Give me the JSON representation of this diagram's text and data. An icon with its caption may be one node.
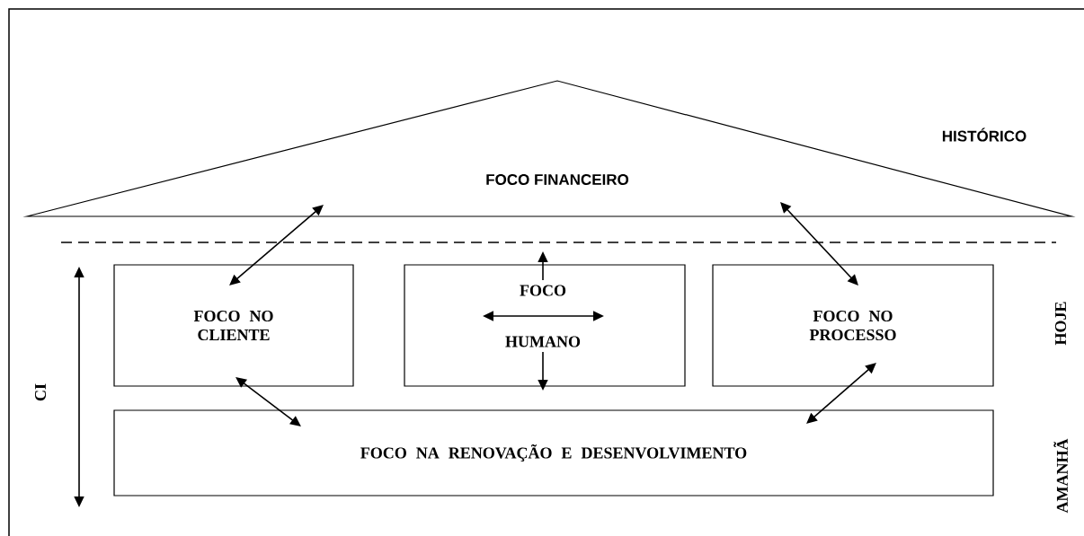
{
  "diagram": {
    "nodes": [
      {
        "text": [
          "FOCO FINANCEIRO"
        ]
      },
      {
        "text": [
          "FOCO NO CLIENTE"
        ]
      },
      {
        "text": [
          "FOCO HUMANO"
        ]
      },
      {
        "text": [
          "FOCO NO PROCESSO"
        ]
      },
      {
        "text": [
          "FOCO NA RENOVAÇÃO E DESENVOLVIMENTO"
        ]
      }
    ],
    "edges": [
      {
        "from": 0,
        "to": 1,
        "arrow": "both"
      },
      {
        "from": 0,
        "to": 3,
        "arrow": "both"
      },
      {
        "from": 1,
        "to": 4,
        "arrow": "both"
      },
      {
        "from": 3,
        "to": 4,
        "arrow": "both"
      }
    ],
    "labels": [
      "HISTÓRICO",
      "CI",
      "HOJE",
      "AMANHÃ"
    ]
  }
}
